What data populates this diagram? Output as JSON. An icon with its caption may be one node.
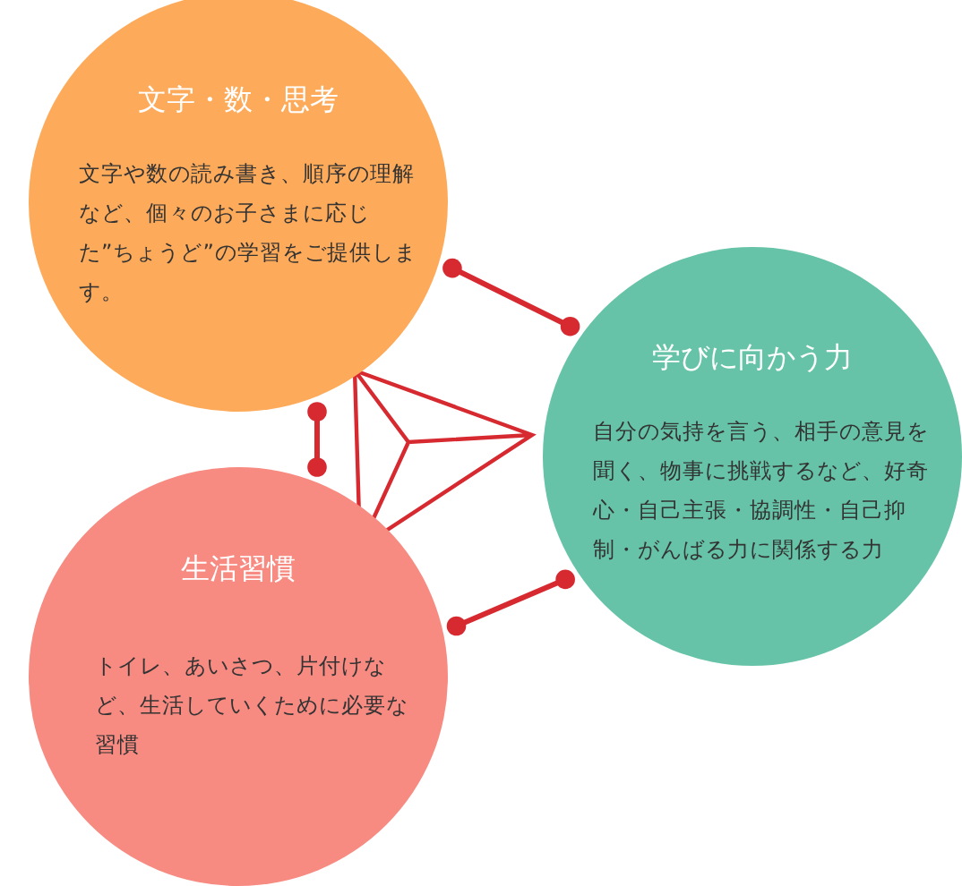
{
  "diagram": {
    "nodes": [
      {
        "text": [
          "文字・数・思考",
          "文字や数の読み書き、順序の理解など、個々のお子さまに応じた”ちょうど”の学習をご提供します。"
        ]
      },
      {
        "text": [
          "学びに向かう力",
          "自分の気持を言う、相手の意見を聞く、物事に挑戦するなど、好奇心・自己主張・協調性・自己抑制・がんばる力に関係する力"
        ]
      },
      {
        "text": [
          "生活習慣",
          "トイレ、あいさつ、片付けなど、生活していくために必要な習慣"
        ]
      }
    ],
    "edges": [
      {
        "from": 0,
        "to": 1,
        "arrow": "other"
      },
      {
        "from": 0,
        "to": 2,
        "arrow": "other"
      },
      {
        "from": 2,
        "to": 1,
        "arrow": "other"
      }
    ]
  }
}
